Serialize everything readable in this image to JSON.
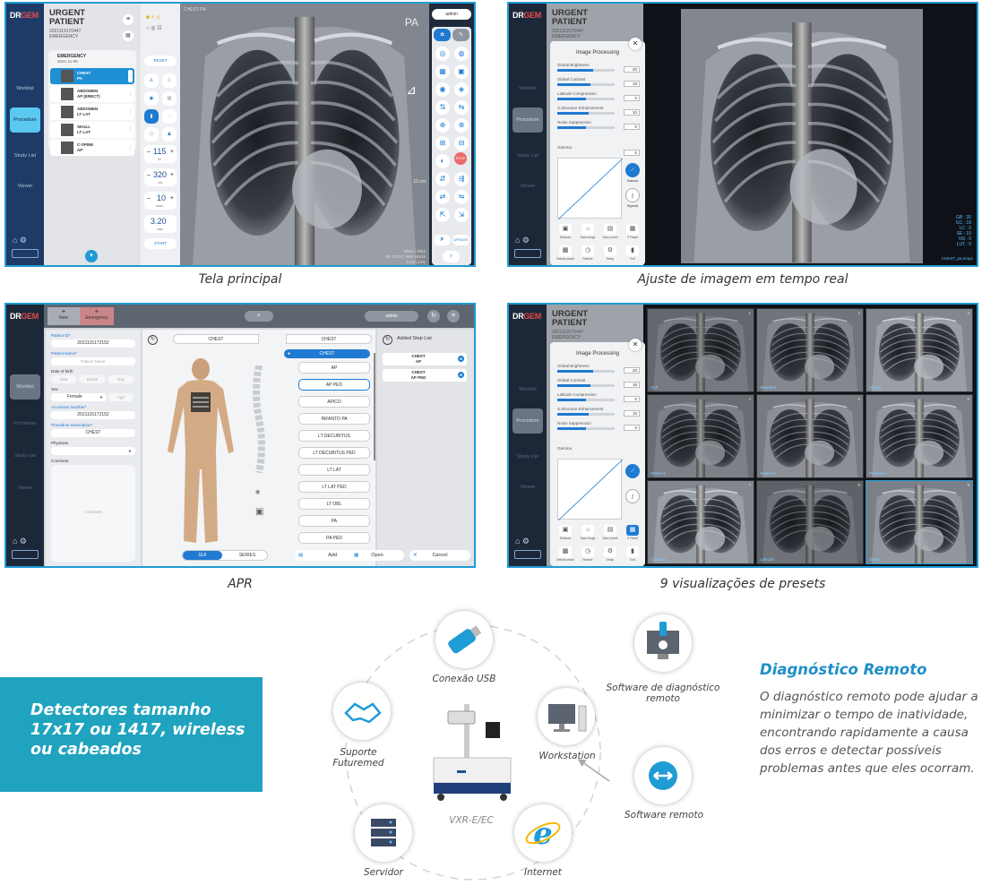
{
  "logo": {
    "dr": "DR",
    "gem": "GEM"
  },
  "nav": {
    "worklist": "Worklist",
    "procedure": "Procedure",
    "study_list": "Study List",
    "viewer": "Viewer"
  },
  "patient": {
    "name1": "URGENT",
    "name2": "PATIENT",
    "id": "2021119170447",
    "dept": "EMERGENCY"
  },
  "main_screen": {
    "caption": "Tela principal",
    "admin": "admin",
    "study_group": "EMERGENCY",
    "study_date": "2021-11-08",
    "studies": [
      {
        "name": "CHEST",
        "view": "PA",
        "active": true
      },
      {
        "name": "ABDOMEN",
        "view": "AP (ERECT)",
        "active": false
      },
      {
        "name": "ABDOMEN",
        "view": "LT LAT",
        "active": false
      },
      {
        "name": "SKULL",
        "view": "LT LAT",
        "active": false
      },
      {
        "name": "C-SPINE",
        "view": "AP",
        "active": false
      }
    ],
    "reset": "RESET",
    "kv": "115",
    "kv_unit": "kV",
    "mas": "320",
    "mas_unit": "mA",
    "ms": "10",
    "ms_unit": "msec",
    "mas_total": "3.20",
    "mas_total_unit": "mAs",
    "start": "START",
    "overlay_tl": "CHEST PA",
    "overlay_tr": "PA",
    "ruler": "13 cm",
    "overlay_br1": "3052 x 3052",
    "overlay_br2": "WL 32767, WW 65534",
    "overlay_br3": "Zoom 34%",
    "stop": "STOP",
    "update": "UPDATE"
  },
  "image_processing": {
    "caption": "Ajuste de imagem em tempo real",
    "title": "Image Processing",
    "sliders": [
      {
        "label": "Global Brightness",
        "value": "20",
        "pct": 0.62
      },
      {
        "label": "Global Contrast",
        "value": "18",
        "pct": 0.58
      },
      {
        "label": "Latitude Compression",
        "value": "0",
        "pct": 0.5
      },
      {
        "label": "S.Structure Enhancement",
        "value": "10",
        "pct": 0.55
      },
      {
        "label": "Noise Suppression",
        "value": "0",
        "pct": 0.5
      }
    ],
    "gamma_label": "Gamma",
    "gamma_value": "0",
    "gamma_btn": "Gamma",
    "sigmoid_btn": "Sigmoid",
    "tools_row1": [
      "Enhance",
      "Save image",
      "Save preset",
      "9 Preset"
    ],
    "tools_row2": [
      "Default preset",
      "Restore",
      "Setup",
      "Exit"
    ],
    "stats": [
      "GB : 20",
      "GC : 18",
      "LC : 0",
      "SE : 10",
      "NS : 0",
      "LUT : 0"
    ],
    "file": "CHEST_pa.emp1"
  },
  "apr": {
    "caption": "APR",
    "new": "New",
    "emergency": "Emergency",
    "admin": "admin",
    "patient_id_label": "Patient ID*",
    "patient_id": "2021115172152",
    "patient_name_label": "Patient Name*",
    "patient_name_ph": "Patient Name",
    "dob_label": "Date of birth",
    "year": "Year",
    "month": "Month",
    "day": "Day",
    "sex_label": "Sex",
    "sex": "Female",
    "age": "Age",
    "accession_label": "Accession Number*",
    "accession": "2021115172152",
    "procedure_label": "Procedure Description*",
    "procedure": "CHEST",
    "physician_label": "Physician",
    "comment_label": "Comment",
    "comment_ph": "Comment",
    "tab_left": "CHEST",
    "tab_right": "CHEST",
    "list_header": "CHEST",
    "views": [
      "AP",
      "AP PED",
      "APICO",
      "INFANTO PA",
      "LT DECUBITUS",
      "LT DECUBITUS PED",
      "LT LAT",
      "LT LAT PED",
      "LT OBL",
      "PA",
      "PA PED"
    ],
    "added_title": "Added Step List",
    "added": [
      {
        "name": "CHEST",
        "view": "AP"
      },
      {
        "name": "CHEST",
        "view": "AP PED"
      }
    ],
    "gui": "GUI",
    "series": "SERIES",
    "add": "Add",
    "open": "Open",
    "cancel": "Cancel"
  },
  "presets": {
    "caption": "9 visualizações de presets",
    "tiles": [
      {
        "n": "1",
        "label": "Soft"
      },
      {
        "n": "2",
        "label": "Standard"
      },
      {
        "n": "3",
        "label": "Strong"
      },
      {
        "n": "4",
        "label": "Pattern1"
      },
      {
        "n": "5",
        "label": "Pattern2"
      },
      {
        "n": "6",
        "label": "Pattern3"
      },
      {
        "n": "7",
        "label": "Contrast"
      },
      {
        "n": "8",
        "label": "Latitude"
      },
      {
        "n": "9",
        "label": "Sharp"
      }
    ]
  },
  "detectors": "Detectores tamanho 17x17 ou 1417, wireless ou cabeados",
  "network": {
    "usb": "Conexão USB",
    "remote_sw": "Software de diagnóstico remoto",
    "workstation": "Workstation",
    "remote": "Software remoto",
    "support": "Suporte Futuremed",
    "device": "VXR-E/EC",
    "server": "Servidor",
    "internet": "Internet"
  },
  "remote_title": "Diagnóstico Remoto",
  "remote_body": "O diagnóstico remoto pode ajudar a minimizar o tempo de inatividade, encontrando rapidamente a causa dos erros e detectar possíveis problemas antes que eles ocorram.",
  "colors": {
    "accent": "#1f9bd6",
    "nav": "#1e3a66",
    "teal": "#1fa3be",
    "title_blue": "#1f8fc7"
  }
}
